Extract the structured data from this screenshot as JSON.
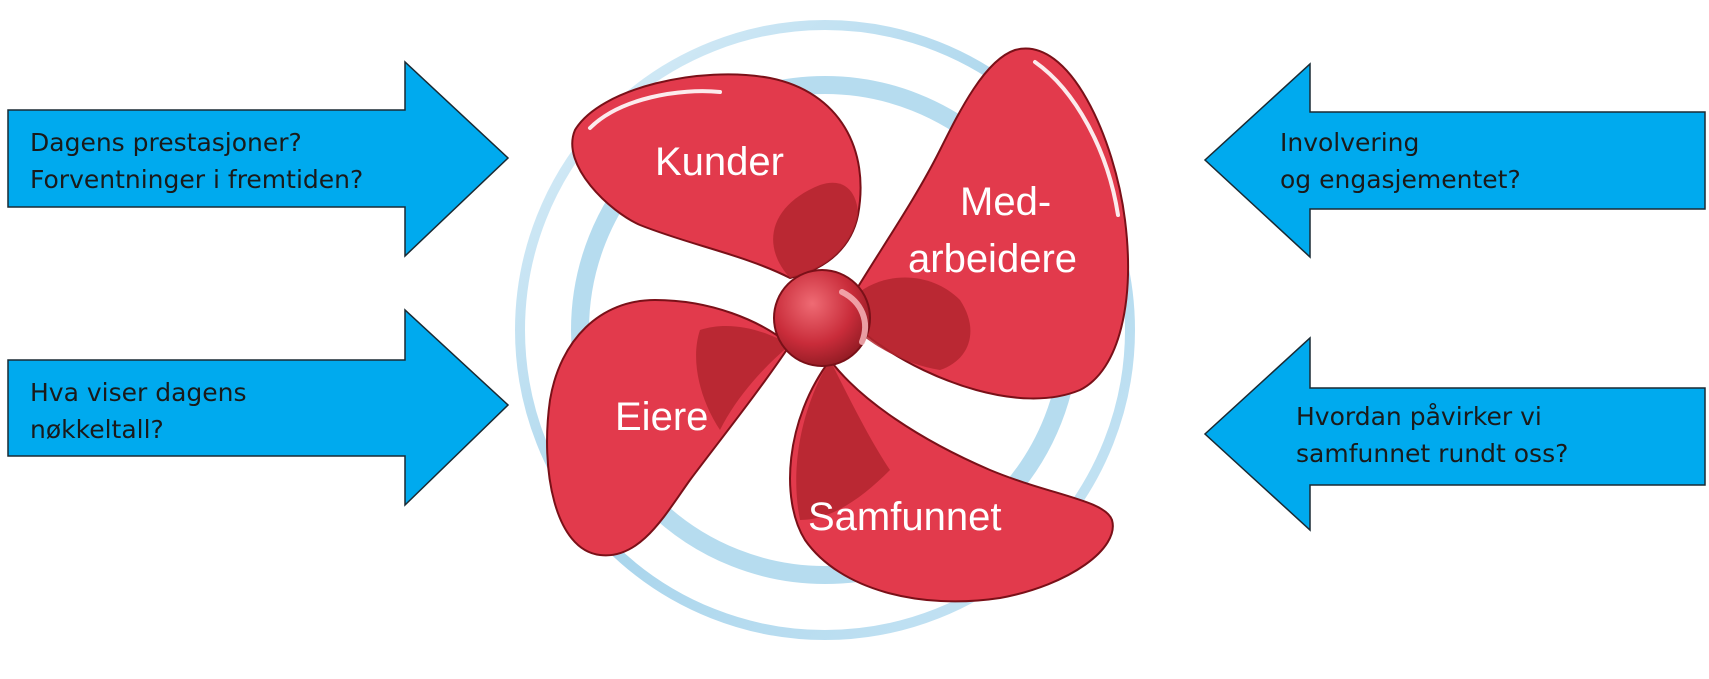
{
  "diagram": {
    "left_arrows": [
      {
        "lines": [
          "Dagens prestasjoner?",
          "Forventninger i fremtiden?"
        ]
      },
      {
        "lines": [
          "Hva viser dagens",
          "nøkkeltall?"
        ]
      }
    ],
    "right_arrows": [
      {
        "lines": [
          "Involvering",
          "og engasjementet?"
        ]
      },
      {
        "lines": [
          "Hvordan påvirker vi",
          "samfunnet rundt oss?"
        ]
      }
    ],
    "blades": {
      "top_left": "Kunder",
      "top_right_line1": "Med-",
      "top_right_line2": "arbeidere",
      "bottom_left": "Eiere",
      "bottom_right": "Samfunnet"
    },
    "colors": {
      "arrow_fill": "#00aaee",
      "arrow_stroke": "#1a2a33",
      "blade_fill": "#e23a4c",
      "blade_shadow": "#b3262f",
      "ring": "#a9d6ec"
    }
  }
}
